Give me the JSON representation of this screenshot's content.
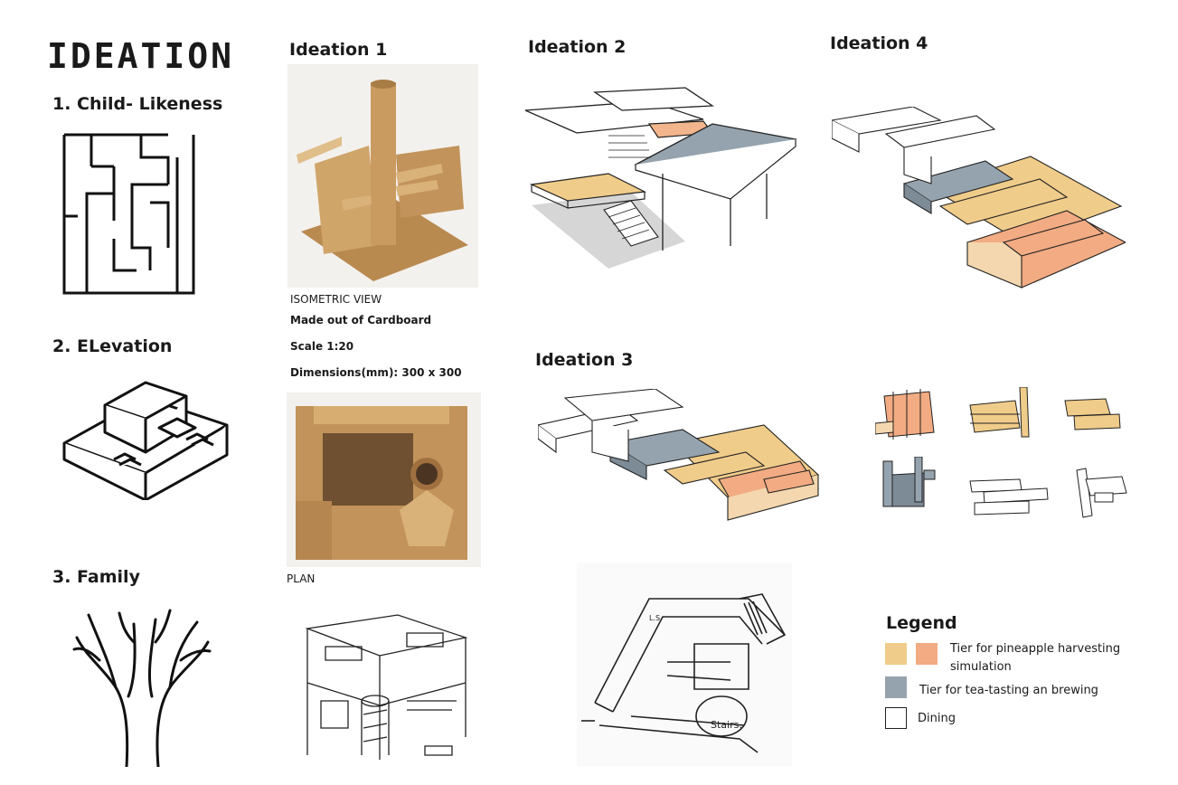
{
  "page": {
    "title": "IDEATION"
  },
  "concepts": [
    {
      "label": "1. Child- Likeness",
      "icon": "maze-icon"
    },
    {
      "label": "2. ELevation",
      "icon": "isometric-stairs-icon"
    },
    {
      "label": "3. Family",
      "icon": "tree-icon"
    }
  ],
  "ideation1": {
    "title": "Ideation 1",
    "view_label": "ISOMETRIC VIEW",
    "material": "Made out of Cardboard",
    "scale": "Scale 1:20",
    "dimensions": "Dimensions(mm): 300 x 300",
    "plan_label": "PLAN"
  },
  "ideation2": {
    "title": "Ideation 2"
  },
  "ideation3": {
    "title": "Ideation 3"
  },
  "ideation4": {
    "title": "Ideation 4"
  },
  "sketch": {
    "annotation_stairs": "Stairs.",
    "annotation_ls": "L.S"
  },
  "legend": {
    "title": "Legend",
    "items": [
      {
        "label": "Tier for pineapple harvesting simulation",
        "colors": [
          "#f0cc8a",
          "#f2ab82"
        ]
      },
      {
        "label": "Tier for tea-tasting an brewing",
        "colors": [
          "#95a3ae"
        ]
      },
      {
        "label": "Dining",
        "colors": [
          "#ffffff"
        ]
      }
    ]
  },
  "colors": {
    "cardboard": "#c8995a",
    "tan": "#f0cc8a",
    "peach": "#f2ab82",
    "slate": "#95a3ae"
  }
}
